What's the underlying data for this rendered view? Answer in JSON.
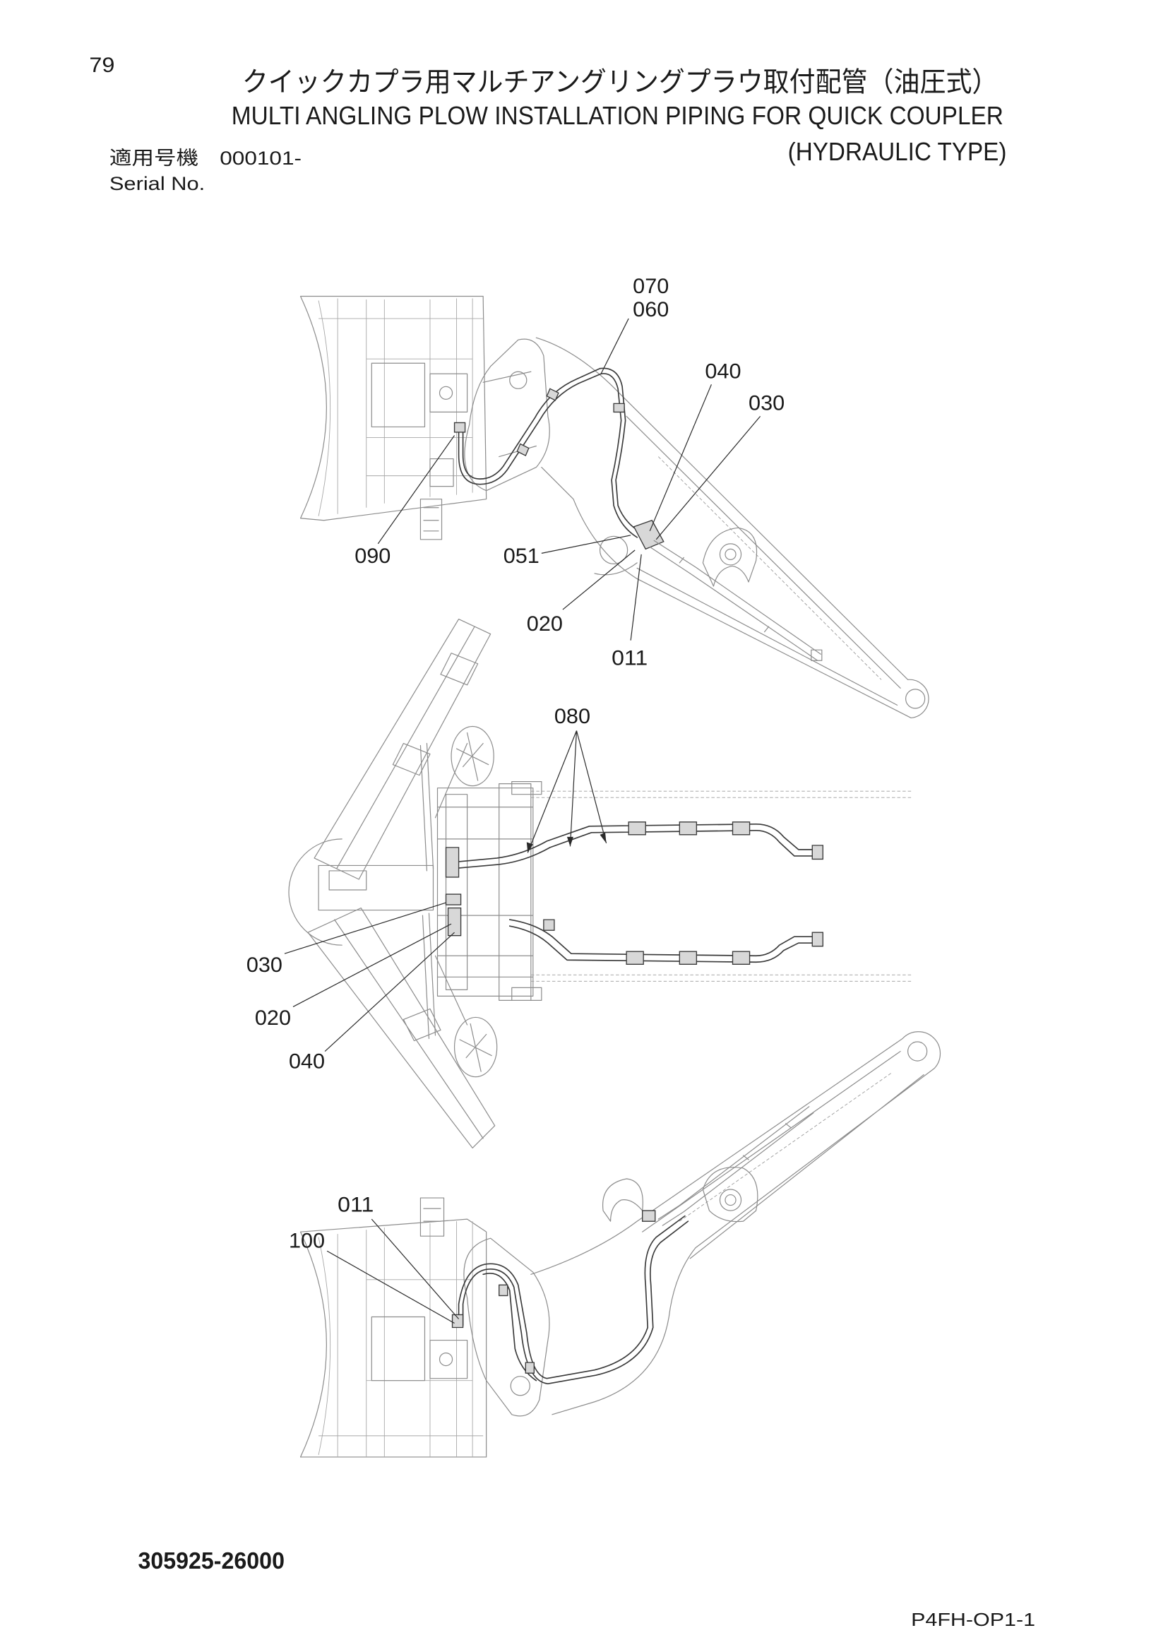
{
  "page": {
    "number": "79",
    "code": "P4FH-OP1-1"
  },
  "title": {
    "ja": "クイックカプラ用マルチアングリングプラウ取付配管（油圧式）",
    "en": "MULTI ANGLING PLOW INSTALLATION PIPING FOR QUICK COUPLER",
    "en_sub": "(HYDRAULIC TYPE)"
  },
  "serial": {
    "label_ja": "適用号機",
    "value": "000101-",
    "label_en": "Serial No."
  },
  "drawing": {
    "number": "305925-26000",
    "callouts": [
      "070",
      "060",
      "040",
      "030",
      "090",
      "051",
      "020",
      "011",
      "080",
      "030",
      "020",
      "040",
      "011",
      "100"
    ]
  }
}
